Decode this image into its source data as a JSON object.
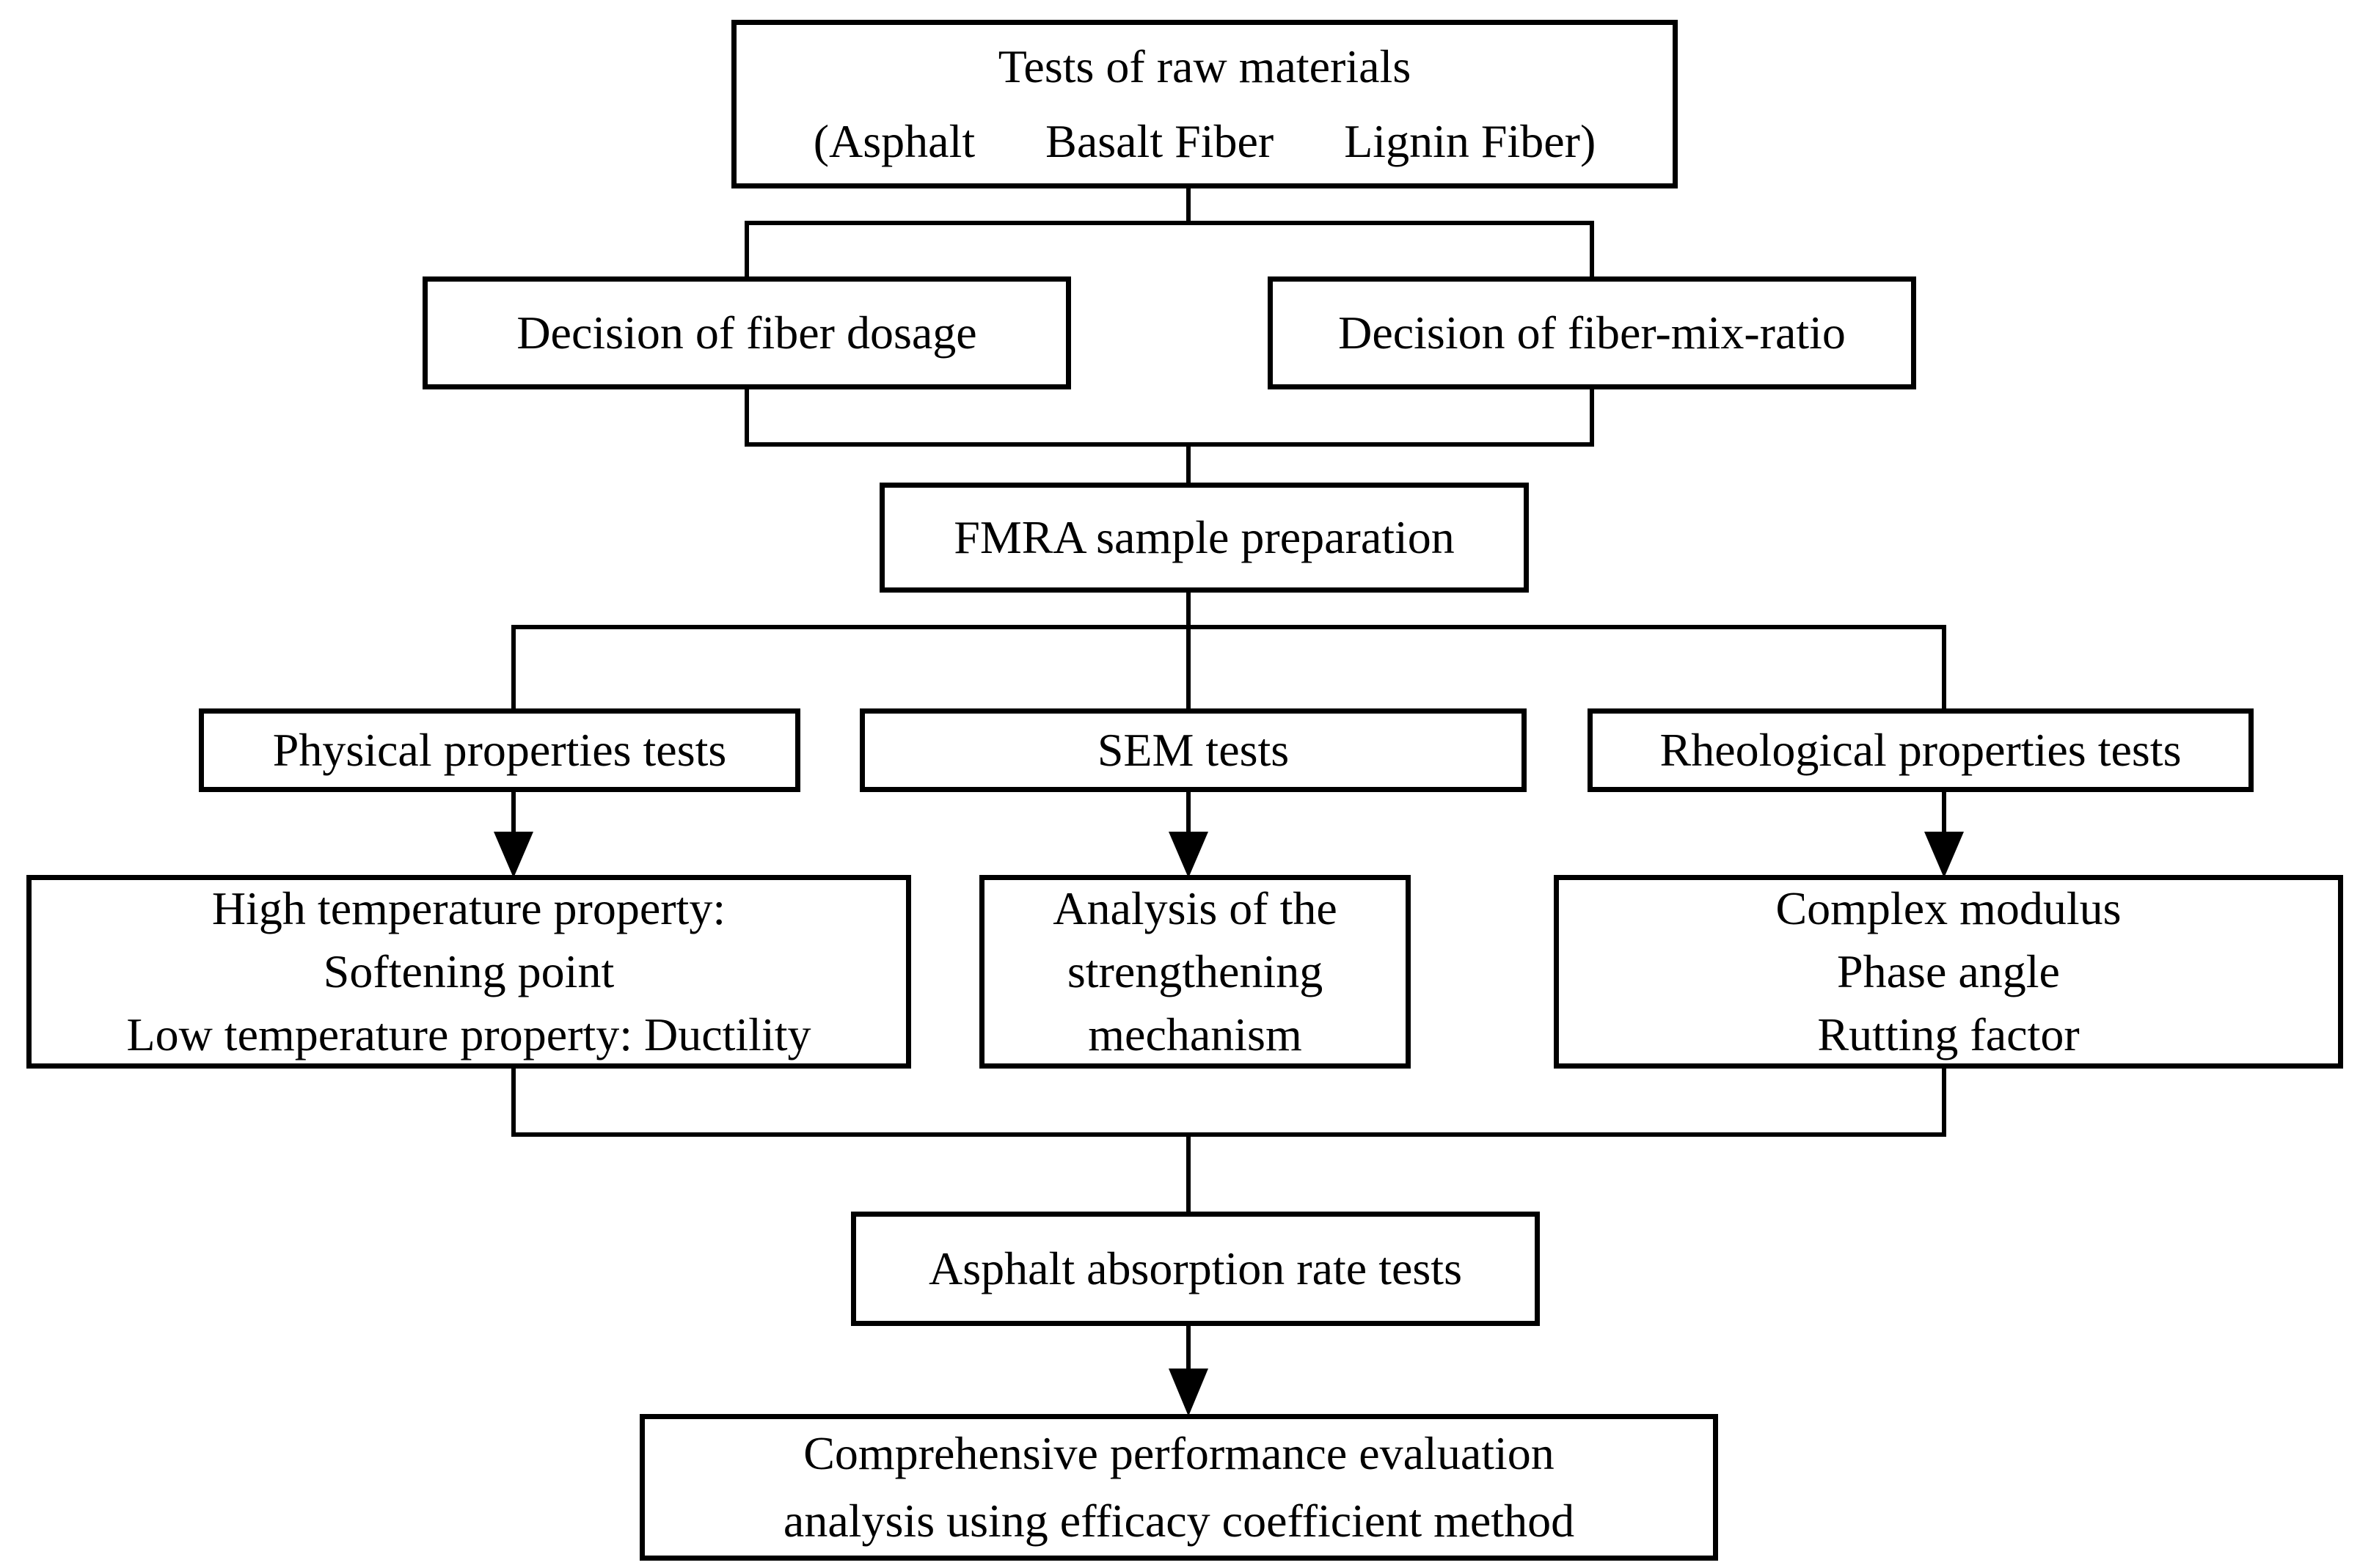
{
  "page": {
    "background": "#ffffff",
    "line_color": "#000000",
    "text_color": "#000000"
  },
  "diagram": {
    "nodes": {
      "raw_materials": {
        "line1": "Tests of raw materials",
        "line2": "(Asphalt      Basalt Fiber      Lignin Fiber)"
      },
      "fiber_dosage": {
        "line1": "Decision of fiber dosage"
      },
      "fiber_mix_ratio": {
        "line1": "Decision of fiber-mix-ratio"
      },
      "sample_preparation": {
        "line1": "FMRA sample preparation"
      },
      "physical_tests": {
        "line1": "Physical properties tests"
      },
      "sem_tests": {
        "line1": "SEM tests"
      },
      "rheological_tests": {
        "line1": "Rheological properties tests"
      },
      "physical_results": {
        "line1": "High temperature property:",
        "line2": "Softening point",
        "line3": "Low temperature property: Ductility"
      },
      "sem_results": {
        "line1": "Analysis of the",
        "line2": "strengthening",
        "line3": "mechanism"
      },
      "rheological_results": {
        "line1": "Complex modulus",
        "line2": "Phase angle",
        "line3": "Rutting factor"
      },
      "absorption_tests": {
        "line1": "Asphalt absorption rate tests"
      },
      "evaluation": {
        "line1": "Comprehensive performance evaluation",
        "line2": "analysis using efficacy coefficient method"
      }
    }
  }
}
